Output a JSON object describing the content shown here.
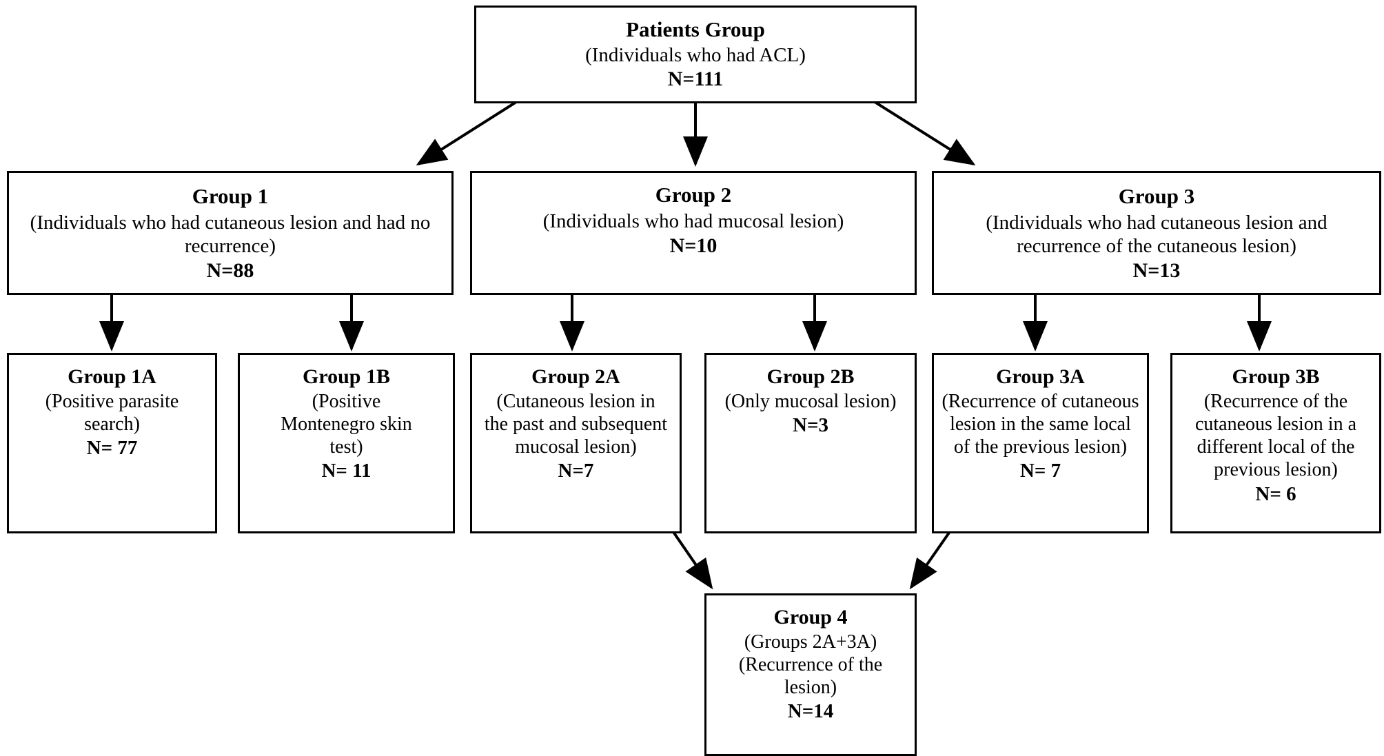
{
  "diagram": {
    "type": "flowchart",
    "orientation": "top-down",
    "background_color": "#ffffff",
    "line_color": "#000000",
    "box_border_color": "#000000",
    "nodes": {
      "root": {
        "title": "Patients Group",
        "desc": "(Individuals who had ACL)",
        "count": "N=111"
      },
      "group1": {
        "title": "Group 1",
        "desc": "(Individuals who had cutaneous lesion and had no recurrence)",
        "count": "N=88"
      },
      "group2": {
        "title": "Group 2",
        "desc": "(Individuals who had mucosal lesion)",
        "count": "N=10"
      },
      "group3": {
        "title": "Group 3",
        "desc": "(Individuals who had cutaneous lesion and recurrence of the cutaneous lesion)",
        "count": "N=13"
      },
      "group1a": {
        "title": "Group 1A",
        "desc": "(Positive parasite search)",
        "count": "N= 77"
      },
      "group1b": {
        "title": "Group 1B",
        "desc": "(Positive Montenegro skin test)",
        "count": "N= 11"
      },
      "group2a": {
        "title": "Group 2A",
        "desc": "(Cutaneous lesion in the past and subsequent mucosal lesion)",
        "count": "N=7"
      },
      "group2b": {
        "title": "Group 2B",
        "desc": "(Only mucosal lesion)",
        "count": "N=3"
      },
      "group3a": {
        "title": "Group 3A",
        "desc": "(Recurrence of cutaneous lesion in the same local of the previous lesion)",
        "count": "N= 7"
      },
      "group3b": {
        "title": "Group 3B",
        "desc": "(Recurrence of the cutaneous lesion in a different local of the previous lesion)",
        "count": "N= 6"
      },
      "group4": {
        "title": "Group 4",
        "desc_line1": "(Groups 2A+3A)",
        "desc_line2": "(Recurrence of  the lesion)",
        "count": "N=14"
      }
    }
  }
}
